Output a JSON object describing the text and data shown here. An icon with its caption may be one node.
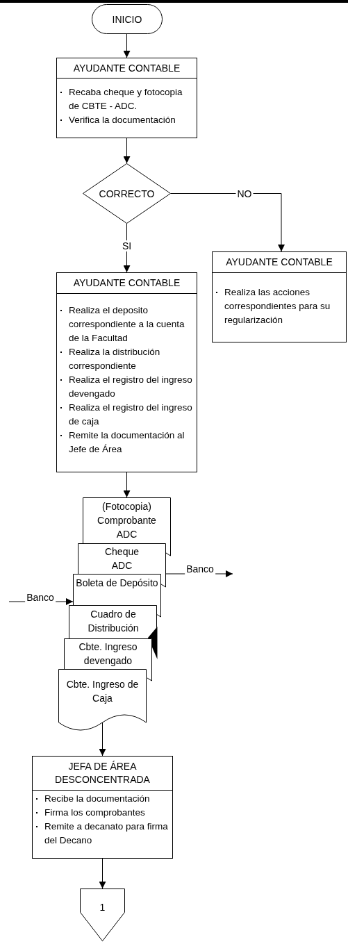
{
  "diagram": {
    "nodes": [
      {
        "text": [
          "INICIO"
        ]
      },
      {
        "text": [
          "AYUDANTE CONTABLE",
          "Recaba cheque y fotocopia de CBTE - ADC.",
          "Verifica la documentación"
        ]
      },
      {
        "text": [
          "CORRECTO"
        ]
      },
      {
        "text": [
          "AYUDANTE CONTABLE",
          "Realiza el deposito correspondiente a la cuenta de la Facultad",
          "Realiza la distribución correspondiente",
          "Realiza el registro del ingreso devengado",
          "Realiza el registro del ingreso de caja",
          "Remite la documentación al Jefe de Área"
        ]
      },
      {
        "text": [
          "AYUDANTE CONTABLE",
          "Realiza las acciones correspondientes para su regularización"
        ]
      },
      {
        "text": [
          "(Fotocopia) Comprobante ADC"
        ]
      },
      {
        "text": [
          "Cheque ADC"
        ]
      },
      {
        "text": [
          "Boleta de Depósito"
        ]
      },
      {
        "text": [
          "Cuadro de Distribución"
        ]
      },
      {
        "text": [
          "Cbte. Ingreso devengado"
        ]
      },
      {
        "text": [
          "Cbte. Ingreso de Caja"
        ]
      },
      {
        "text": [
          "JEFA DE ÁREA DESCONCENTRADA",
          "Recibe la documentación",
          "Firma los comprobantes",
          "Remite a decanato para firma del Decano"
        ]
      },
      {
        "text": [
          "1"
        ]
      }
    ],
    "edges": [
      {
        "from": 0,
        "to": 1,
        "arrow": "to"
      },
      {
        "from": 1,
        "to": 2,
        "arrow": "to"
      },
      {
        "from": 2,
        "to": 3,
        "arrow": "to",
        "label": "SI"
      },
      {
        "from": 2,
        "to": 4,
        "arrow": "to",
        "label": "NO"
      },
      {
        "from": 3,
        "to": 5,
        "arrow": "to"
      },
      {
        "from": 6,
        "to": null,
        "arrow": "to",
        "label": "Banco"
      },
      {
        "from": null,
        "to": 7,
        "arrow": "to",
        "label": "Banco"
      },
      {
        "from": 10,
        "to": 11,
        "arrow": "to"
      },
      {
        "from": 11,
        "to": 12,
        "arrow": "to"
      }
    ]
  }
}
